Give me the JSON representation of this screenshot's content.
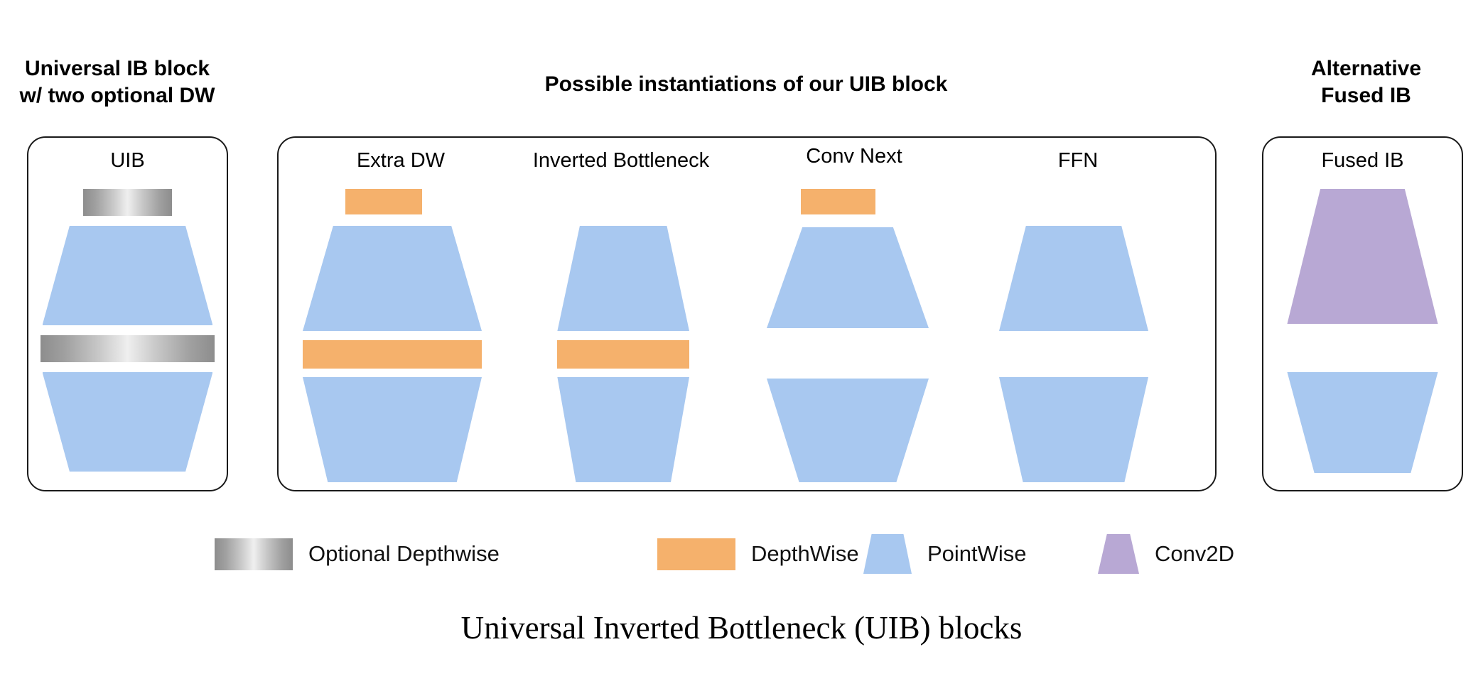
{
  "headings": {
    "left": "Universal IB block\nw/ two optional DW",
    "middle": "Possible instantiations of our UIB block",
    "right": "Alternative\nFused IB"
  },
  "panels": {
    "uib": {
      "label": "UIB",
      "blocks": [
        {
          "type": "optional-depthwise",
          "name": "optional-dw-top"
        },
        {
          "type": "pointwise-expand",
          "name": "pointwise-expand"
        },
        {
          "type": "optional-depthwise",
          "name": "optional-dw-mid"
        },
        {
          "type": "pointwise-project",
          "name": "pointwise-project"
        }
      ]
    },
    "instantiations": [
      {
        "label": "Extra DW",
        "blocks": [
          {
            "type": "depthwise-narrow",
            "name": "depthwise-top"
          },
          {
            "type": "pointwise-expand",
            "name": "pointwise-expand"
          },
          {
            "type": "depthwise-wide",
            "name": "depthwise-mid"
          },
          {
            "type": "pointwise-project",
            "name": "pointwise-project"
          }
        ]
      },
      {
        "label": "Inverted Bottleneck",
        "blocks": [
          {
            "type": "pointwise-expand",
            "name": "pointwise-expand"
          },
          {
            "type": "depthwise-wide",
            "name": "depthwise-mid"
          },
          {
            "type": "pointwise-project",
            "name": "pointwise-project"
          }
        ]
      },
      {
        "label": "Conv Next",
        "blocks": [
          {
            "type": "depthwise-narrow",
            "name": "depthwise-top"
          },
          {
            "type": "pointwise-expand",
            "name": "pointwise-expand"
          },
          {
            "type": "pointwise-project",
            "name": "pointwise-project"
          }
        ]
      },
      {
        "label": "FFN",
        "blocks": [
          {
            "type": "pointwise-expand",
            "name": "pointwise-expand"
          },
          {
            "type": "pointwise-project",
            "name": "pointwise-project"
          }
        ]
      }
    ],
    "fused": {
      "label": "Fused IB",
      "blocks": [
        {
          "type": "conv2d",
          "name": "conv2d"
        },
        {
          "type": "pointwise-project",
          "name": "pointwise-project"
        }
      ]
    }
  },
  "legend": [
    {
      "swatch": "gradient-gray-bar",
      "label": "Optional Depthwise"
    },
    {
      "swatch": "orange-bar",
      "label": "DepthWise"
    },
    {
      "swatch": "blue-trapezoid",
      "label": "PointWise"
    },
    {
      "swatch": "purple-trapezoid",
      "label": "Conv2D"
    }
  ],
  "caption": "Universal Inverted Bottleneck (UIB) blocks",
  "colors": {
    "pointwise": "#a8c8f0",
    "depthwise": "#f5b16c",
    "conv2d": "#b8a8d4",
    "optional_depthwise": "#c9c9c9",
    "panel_border": "#1a1a1a",
    "background": "#ffffff"
  }
}
